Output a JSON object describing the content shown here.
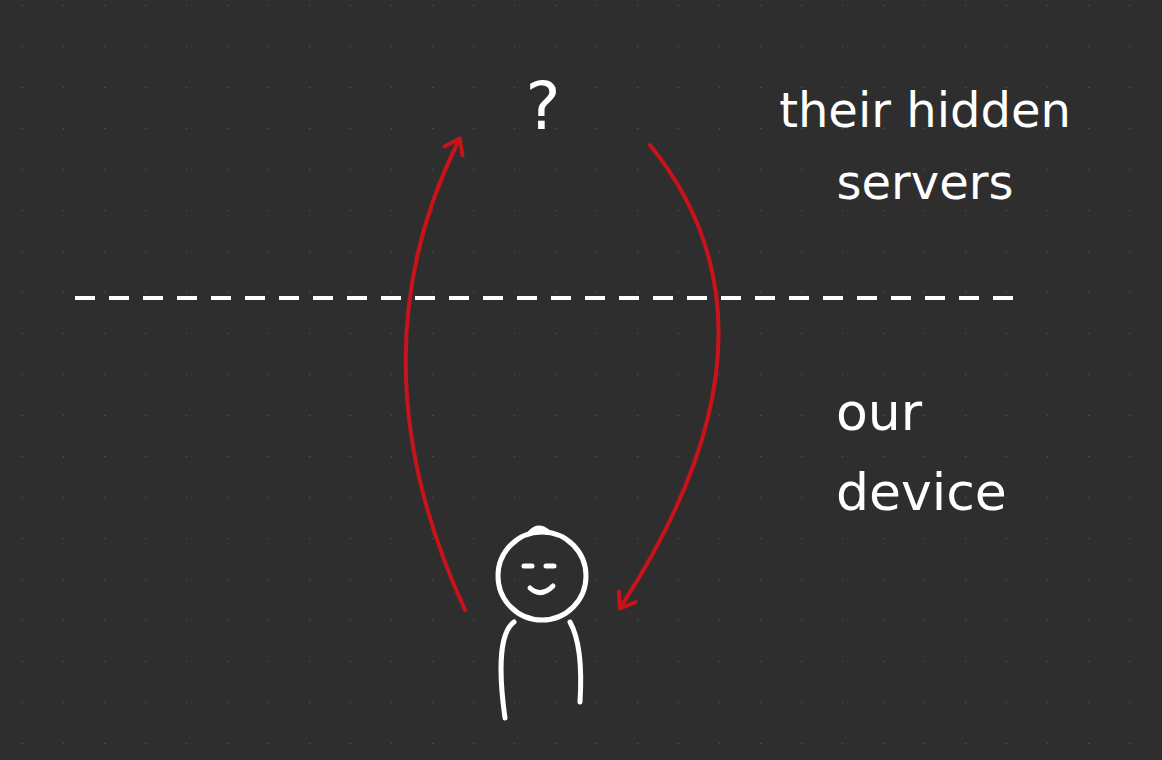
{
  "diagram": {
    "labels": [
      "?",
      "their hidden servers",
      "our device"
    ]
  }
}
